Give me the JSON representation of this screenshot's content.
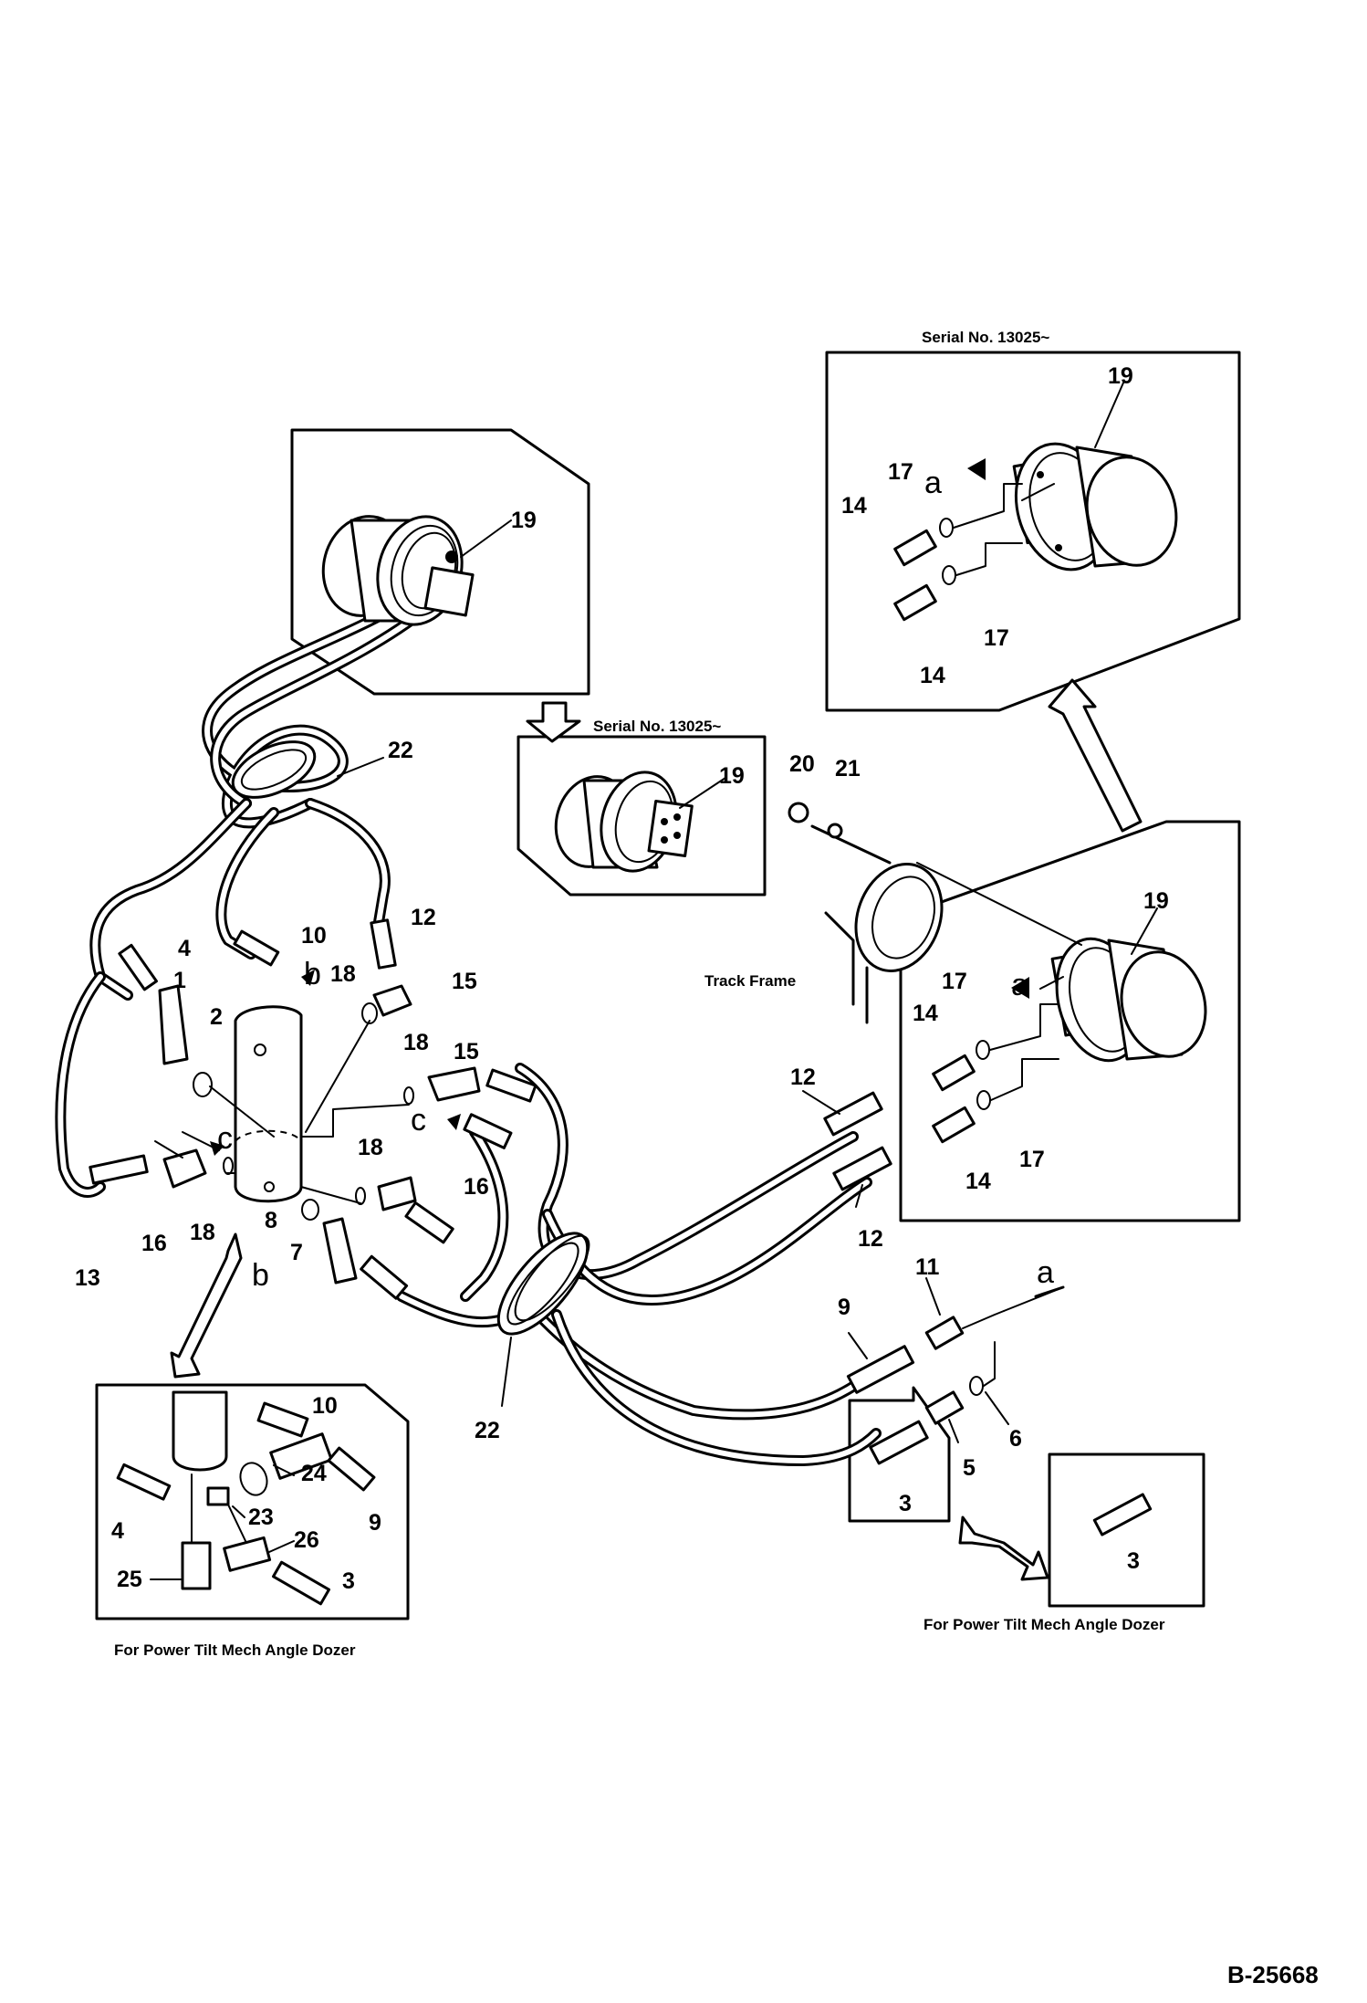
{
  "captions": {
    "serial_top": "Serial No. 13025~",
    "serial_mid": "Serial No. 13025~",
    "track_frame": "Track Frame",
    "power_tilt_left": "For Power Tilt Mech Angle Dozer",
    "power_tilt_right": "For Power Tilt Mech Angle Dozer",
    "drawing_code": "B-25668"
  },
  "letters": {
    "a": "a",
    "b": "b",
    "c": "c"
  },
  "callouts": {
    "n1": "1",
    "n2": "2",
    "n3": "3",
    "n4": "4",
    "n5": "5",
    "n6": "6",
    "n7": "7",
    "n8": "8",
    "n9": "9",
    "n10": "10",
    "n11": "11",
    "n12": "12",
    "n13": "13",
    "n14": "14",
    "n15": "15",
    "n16": "16",
    "n17": "17",
    "n18": "18",
    "n19": "19",
    "n20": "20",
    "n21": "21",
    "n22": "22",
    "n23": "23",
    "n24": "24",
    "n25": "25",
    "n26": "26"
  }
}
